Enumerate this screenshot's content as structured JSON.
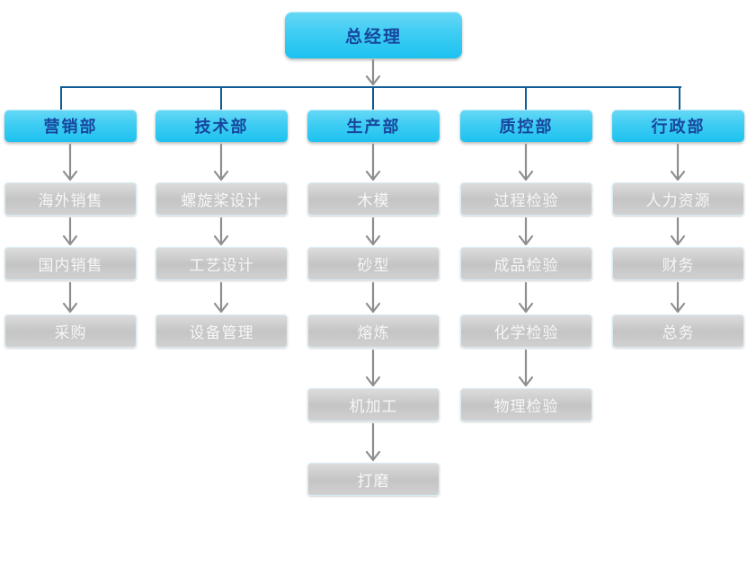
{
  "root": {
    "label": "总经理"
  },
  "departments": [
    {
      "label": "营销部",
      "children": [
        "海外销售",
        "国内销售",
        "采购"
      ]
    },
    {
      "label": "技术部",
      "children": [
        "螺旋桨设计",
        "工艺设计",
        "设备管理"
      ]
    },
    {
      "label": "生产部",
      "children": [
        "木模",
        "砂型",
        "熔炼",
        "机加工",
        "打磨"
      ]
    },
    {
      "label": "质控部",
      "children": [
        "过程检验",
        "成品检验",
        "化学检验",
        "物理检验"
      ]
    },
    {
      "label": "行政部",
      "children": [
        "人力资源",
        "财务",
        "总务"
      ]
    }
  ],
  "colors": {
    "department_box_top": "#68d8f6",
    "department_box_bottom": "#1cc2f0",
    "department_text": "#17469d",
    "child_box_top": "#dcdcdc",
    "child_box_mid": "#c4c4c4",
    "child_box_bottom": "#d1d1d1",
    "child_text": "#f7f7f7",
    "connector_line": "#0f5d96",
    "arrow": "#8e8e8e",
    "background": "#ffffff"
  },
  "icons": {
    "connector_arrow": "down-arrow-icon"
  }
}
